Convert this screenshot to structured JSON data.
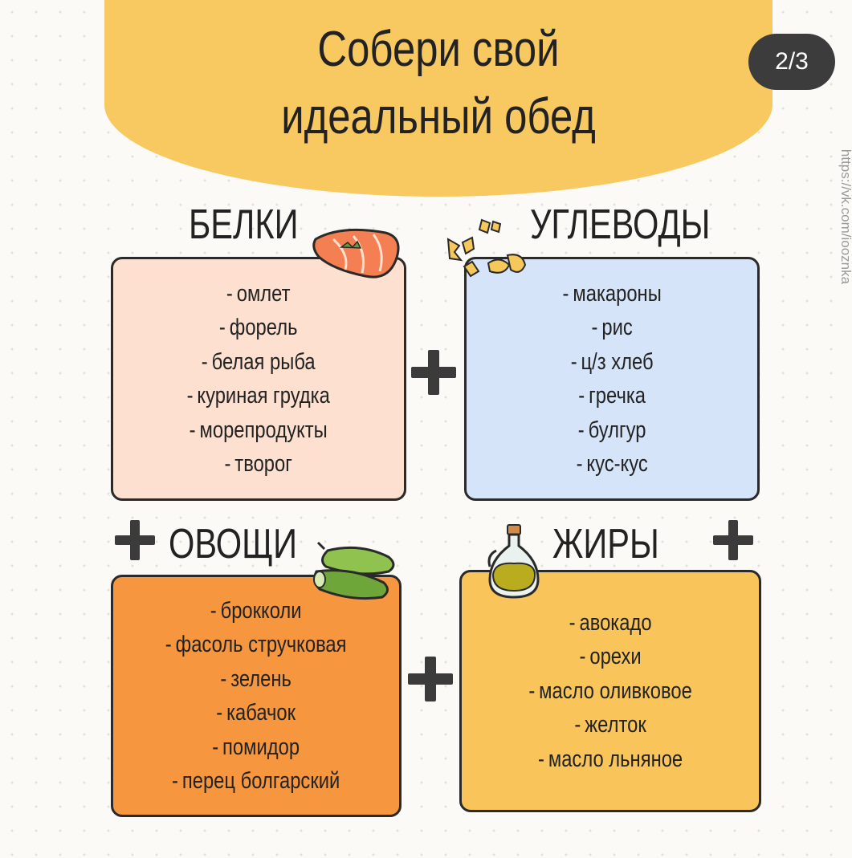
{
  "title": {
    "line1": "Собери свой",
    "line2": "идеальный обед"
  },
  "page_indicator": "2/3",
  "watermark": "https://vk.com/iooznka",
  "colors": {
    "banner": "#f8c861",
    "proteins": "#fde0cf",
    "carbs": "#d6e4f9",
    "vegetables": "#f6973f",
    "fats": "#f9c55a"
  },
  "sections": {
    "proteins": {
      "heading": "БЕЛКИ",
      "icon": "salmon-fillet-icon",
      "items": [
        "омлет",
        "форель",
        "белая рыба",
        "куриная грудка",
        "морепродукты",
        "творог"
      ]
    },
    "carbs": {
      "heading": "УГЛЕВОДЫ",
      "icon": "pasta-icon",
      "items": [
        "макароны",
        "рис",
        "ц/з хлеб",
        "гречка",
        "булгур",
        "кус-кус"
      ]
    },
    "vegetables": {
      "heading": "ОВОЩИ",
      "icon": "zucchini-icon",
      "items": [
        "брокколи",
        "фасоль стручковая",
        "зелень",
        "кабачок",
        "помидор",
        "перец болгарский"
      ]
    },
    "fats": {
      "heading": "ЖИРЫ",
      "icon": "olive-oil-bottle-icon",
      "items": [
        "авокадо",
        "орехи",
        "масло оливковое",
        "желток",
        "масло льняное"
      ]
    }
  },
  "item_prefix": "-"
}
